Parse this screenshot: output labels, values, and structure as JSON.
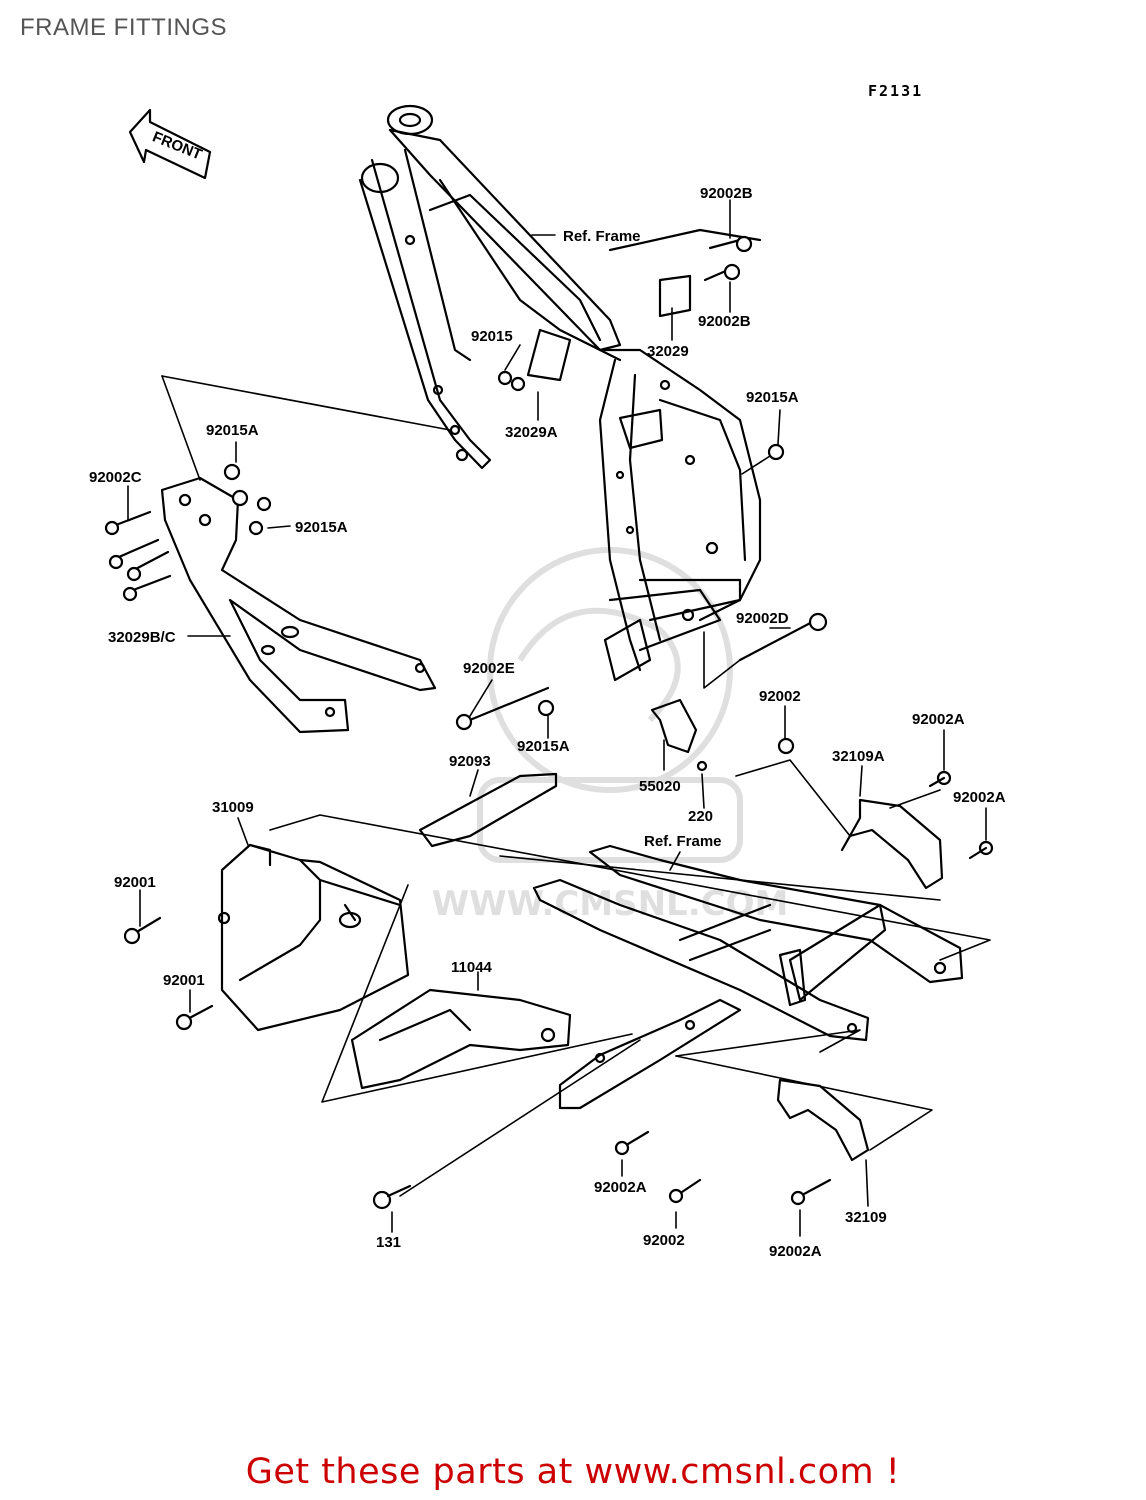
{
  "page": {
    "title": "FRAME FITTINGS",
    "figure_code": "F2131",
    "front_indicator": "FRONT",
    "cta_text": "Get these parts at www.cmsnl.com !",
    "cta_color": "#cc0000"
  },
  "labels": {
    "l_92002b_top": "92002B",
    "l_ref_frame_top": "Ref. Frame",
    "l_92002b_bot": "92002B",
    "l_92015": "92015",
    "l_32029": "32029",
    "l_32029a": "32029A",
    "l_92015a_right": "92015A",
    "l_92015a_left": "92015A",
    "l_92002c": "92002C",
    "l_92015a_mid": "92015A",
    "l_32029bc": "32029B/C",
    "l_92002d": "92002D",
    "l_92002e": "92002E",
    "l_92002_mid": "92002",
    "l_92015a_low": "92015A",
    "l_92002a_r1": "92002A",
    "l_32109a": "32109A",
    "l_92093": "92093",
    "l_55020": "55020",
    "l_92002a_r2": "92002A",
    "l_220": "220",
    "l_31009": "31009",
    "l_ref_frame_low": "Ref. Frame",
    "l_92001_a": "92001",
    "l_92001_b": "92001",
    "l_11044": "11044",
    "l_92002a_b1": "92002A",
    "l_32109": "32109",
    "l_131": "131",
    "l_92002_bot": "92002",
    "l_92002a_b2": "92002A"
  },
  "watermark": {
    "text": "WWW.CMSNL.COM"
  }
}
